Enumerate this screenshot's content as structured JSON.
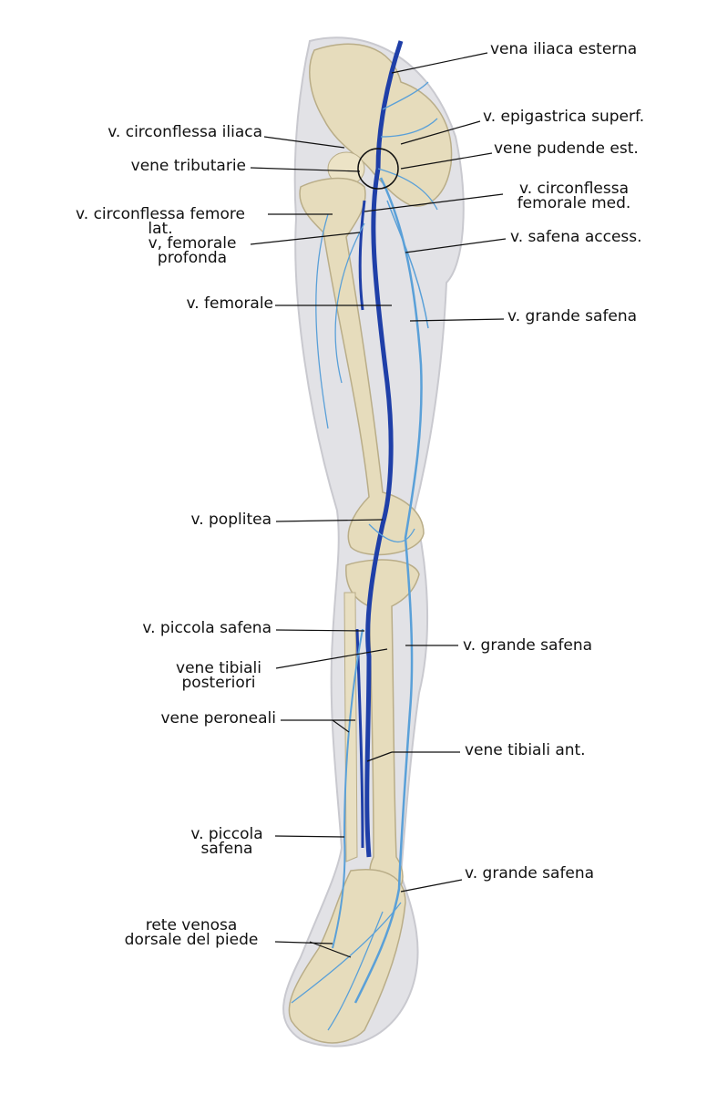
{
  "labels": {
    "vena_iliaca_esterna": "vena iliaca esterna",
    "v_circonflessa_iliaca": "v. circonflessa iliaca",
    "v_epigastrica_superf": "v. epigastrica superf.",
    "vene_pudende_est": "vene pudende est.",
    "vene_tributarie": "vene tributarie",
    "v_circonflessa_femorale_med_1": "v. circonflessa",
    "v_circonflessa_femorale_med_2": "femorale med.",
    "v_circonflessa_femore_lat_1": "v. circonflessa femore",
    "v_circonflessa_femore_lat_2": "lat.",
    "v_femorale_profonda_1": "v, femorale",
    "v_femorale_profonda_2": "profonda",
    "v_safena_access": "v. safena access.",
    "v_femorale": "v. femorale",
    "v_grande_safena_thigh": "v. grande safena",
    "v_poplitea": "v. poplitea",
    "v_piccola_safena_upper": "v. piccola safena",
    "vene_tibiali_posteriori_1": "vene tibiali",
    "vene_tibiali_posteriori_2": "posteriori",
    "v_grande_safena_leg": "v. grande safena",
    "vene_peroneali": "vene peroneali",
    "vene_tibiali_ant": "vene tibiali ant.",
    "v_piccola_safena_lower_1": "v. piccola",
    "v_piccola_safena_lower_2": "safena",
    "v_grande_safena_ankle": "v. grande safena",
    "rete_venosa_1": "rete venosa",
    "rete_venosa_2": "dorsale del piede"
  },
  "colors": {
    "deep_vein": "#1f3fa8",
    "superficial_vein": "#5aa0d8",
    "bone": "#e6dcbc",
    "skin": "#e4e4e8"
  }
}
